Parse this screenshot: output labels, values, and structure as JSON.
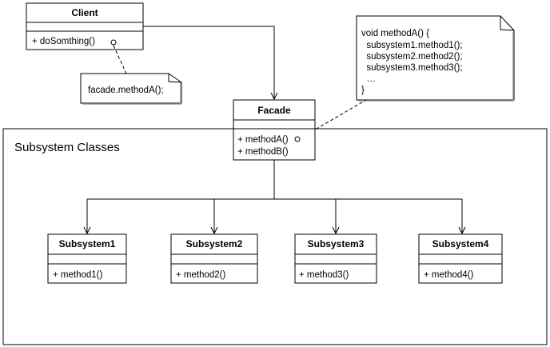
{
  "package": {
    "label": "Subsystem Classes"
  },
  "client": {
    "name": "Client",
    "methods": [
      "+ doSomthing()"
    ]
  },
  "client_note": {
    "lines": [
      "facade.methodA();"
    ]
  },
  "facade": {
    "name": "Facade",
    "methods": [
      "+ methodA()",
      "+ methodB()"
    ]
  },
  "facade_note": {
    "lines": [
      "void methodA() {",
      "  subsystem1.method1();",
      "  subsystem2.method2();",
      "  subsystem3.method3();",
      "  …",
      "}"
    ]
  },
  "subsystems": [
    {
      "name": "Subsystem1",
      "method": "+ method1()"
    },
    {
      "name": "Subsystem2",
      "method": "+ method2()"
    },
    {
      "name": "Subsystem3",
      "method": "+ method3()"
    },
    {
      "name": "Subsystem4",
      "method": "+ method4()"
    }
  ]
}
